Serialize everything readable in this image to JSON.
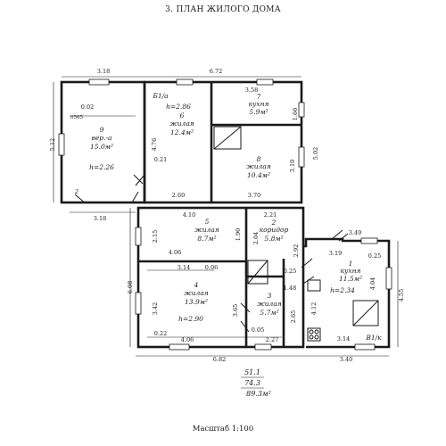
{
  "title": "3. ПЛАН ЖИЛОГО ДОМА",
  "scale": "Масштаб 1:100",
  "labels": {
    "B1_a": "Б1/а",
    "B1_k": "В1/к",
    "code": "0565"
  },
  "rooms": [
    {
      "id": "9",
      "name": "вер.-а",
      "area": "15.0м²",
      "height": "h=2.26"
    },
    {
      "id": "6",
      "name": "жилая",
      "area": "12.4м²",
      "height": "h=2.86"
    },
    {
      "id": "7",
      "name": "кухня",
      "area": "5.9м²"
    },
    {
      "id": "8",
      "name": "жилая",
      "area": "10.4м²"
    },
    {
      "id": "5",
      "name": "жилая",
      "area": "8.7м²"
    },
    {
      "id": "2",
      "name": "коридор",
      "area": "5.8м²"
    },
    {
      "id": "4",
      "name": "жилая",
      "area": "13.9м²",
      "height": "h=2.90"
    },
    {
      "id": "3",
      "name": "жилая",
      "area": "5.7м²"
    },
    {
      "id": "1",
      "name": "кухня",
      "area": "11.5м²",
      "height": "h=2.34"
    }
  ],
  "dims": {
    "top_left": "3.18",
    "top_right": "6.72",
    "left_upper": "5.12",
    "ver_inner_top": "0.02",
    "ver_bottom": "3.18",
    "ver_num": "2",
    "r6_v": "4.76",
    "r6_small": "0.21",
    "r7_w": "3.58",
    "r7_h": "1.66",
    "r8_h": "3.10",
    "right_upper": "5.02",
    "mid_260": "2.60",
    "mid_370": "3.70",
    "r5_w": "4.10",
    "r5_h": "2.15",
    "r5_hr": "1.90",
    "r5_bottom": "4.06",
    "cor_w": "2.21",
    "cor_h": "2.04",
    "cor_r": "2.92",
    "mid_314": "3.14",
    "mid_006": "0.06",
    "left_lower": "6.08",
    "r4_h": "3.42",
    "r4_hr": "3.65",
    "r4_small": "0.22",
    "r4_bottom": "4.06",
    "r3_025": "0.25",
    "r3_148": "1.48",
    "r3_h": "2.65",
    "r3_005": "0.05",
    "r3_w": "2.27",
    "k_top": "3.49",
    "k_l": "3.19",
    "k_small": "0.25",
    "k_r": "4.04",
    "k_right": "4.55",
    "k_412": "4.12",
    "k_bottom": "3.14",
    "k_outer": "3.40",
    "bottom": "6.82"
  },
  "totals": [
    "51.1",
    "74.3",
    "89.3м²"
  ]
}
